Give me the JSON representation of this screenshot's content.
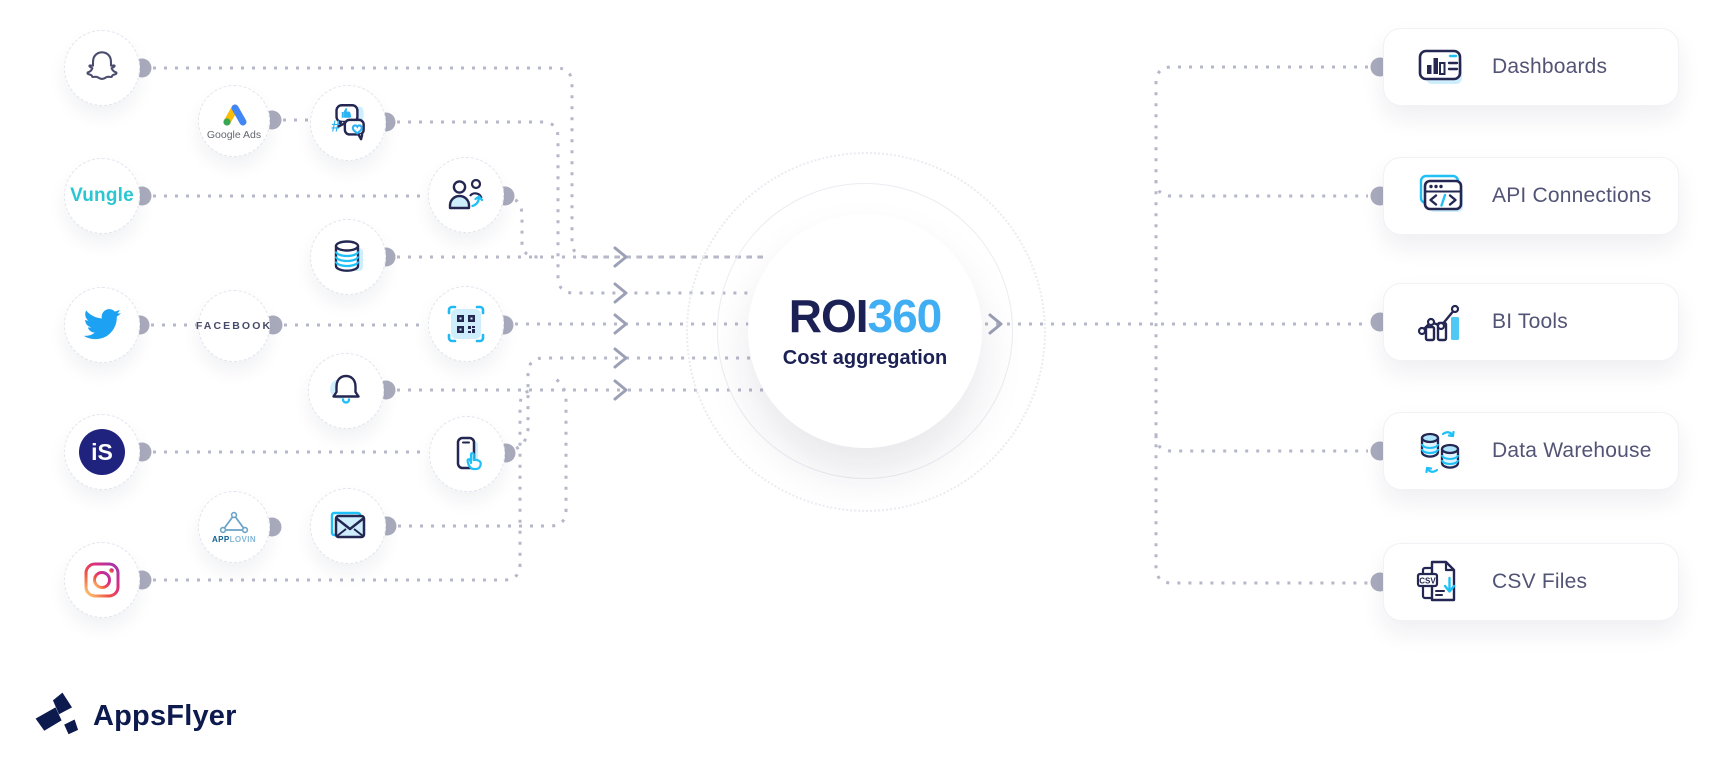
{
  "center": {
    "title_dark": "ROI",
    "title_accent": "360",
    "subtitle": "Cost aggregation"
  },
  "sources": {
    "snapchat": {
      "name": "Snapchat"
    },
    "google_ads": {
      "label": "Google Ads"
    },
    "social_engagement": {
      "hash": "#"
    },
    "vungle": {
      "label": "Vungle"
    },
    "users": {
      "name": "Users"
    },
    "database": {
      "name": "Database"
    },
    "twitter": {
      "name": "Twitter"
    },
    "facebook": {
      "label": "FACEBOOK"
    },
    "qr_code": {
      "name": "QR code"
    },
    "bell": {
      "name": "Notifications"
    },
    "ironsource": {
      "label": "iS"
    },
    "phone_tap": {
      "name": "Mobile tap"
    },
    "applovin": {
      "label_bold": "APP",
      "label_light": "LOVIN"
    },
    "mail": {
      "name": "Email"
    },
    "instagram": {
      "name": "Instagram"
    }
  },
  "outputs": [
    {
      "label": "Dashboards"
    },
    {
      "label": "API Connections"
    },
    {
      "label": "BI Tools"
    },
    {
      "label": "Data Warehouse"
    },
    {
      "label": "CSV Files",
      "badge": "CSV"
    }
  ],
  "brand": {
    "name": "AppsFlyer"
  },
  "colors": {
    "navy": "#232752",
    "accent_blue": "#41aef3",
    "cyan": "#1fc0f7",
    "light_blue": "#cfeefd",
    "line_gray": "#b6b8c9",
    "dot_gray": "#a9abbd",
    "card_text": "#525476",
    "vungle_teal": "#2cc6d3",
    "ironsource_navy": "#20237e",
    "twitter_blue": "#1da1f2"
  }
}
